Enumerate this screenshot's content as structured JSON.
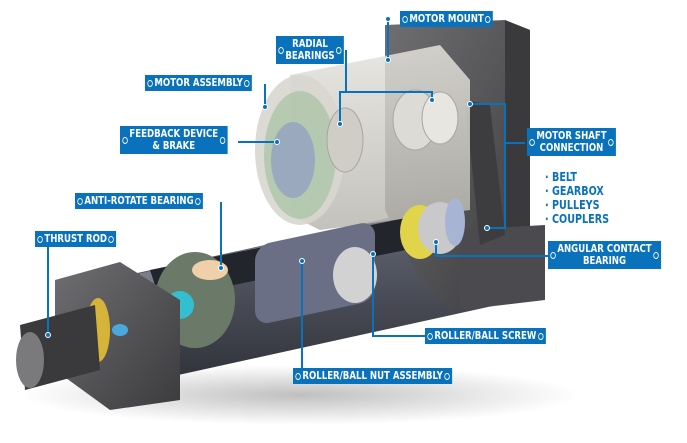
{
  "diagram": {
    "subject": "Electric linear actuator cutaway",
    "accent_color": "#0a72bd",
    "labels": {
      "motor_mount": "MOTOR MOUNT",
      "radial_bearings": [
        "RADIAL",
        "BEARINGS"
      ],
      "motor_assembly": "MOTOR ASSEMBLY",
      "feedback_device": [
        "FEEDBACK DEVICE",
        "& BRAKE"
      ],
      "motor_shaft_connection": [
        "MOTOR SHAFT",
        "CONNECTION"
      ],
      "anti_rotate_bearing": "ANTI-ROTATE BEARING",
      "thrust_rod": "THRUST ROD",
      "angular_contact_bearing": [
        "ANGULAR CONTACT",
        "BEARING"
      ],
      "roller_ball_screw": "ROLLER/BALL SCREW",
      "roller_ball_nut_assembly": "ROLLER/BALL NUT ASSEMBLY"
    },
    "motor_shaft_connection_options": [
      "BELT",
      "GEARBOX",
      "PULLEYS",
      "COUPLERS"
    ]
  }
}
